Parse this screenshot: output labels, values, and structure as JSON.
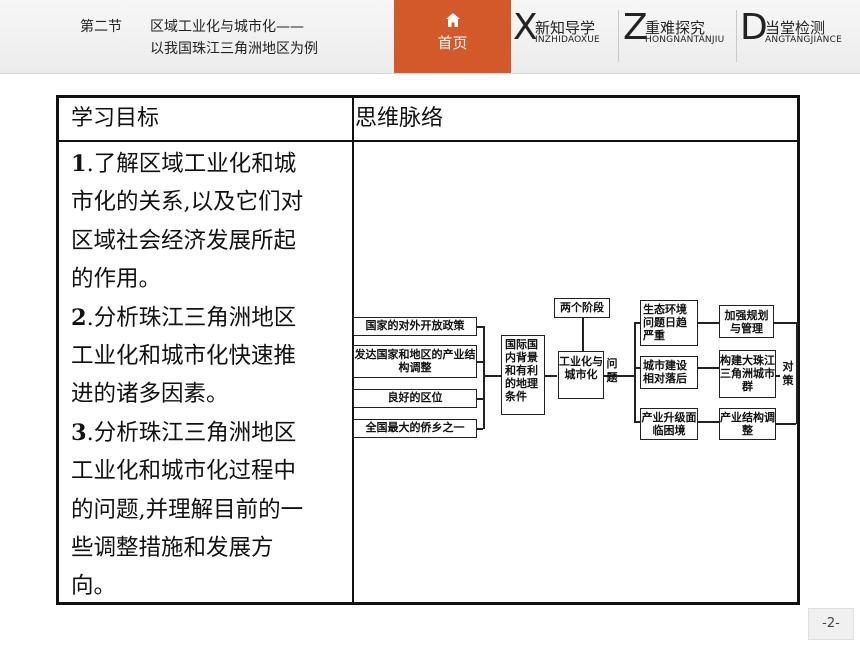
{
  "header": {
    "section": "第二节",
    "title_line1": "区域工业化与城市化——",
    "title_line2": "以我国珠江三角洲地区为例",
    "home_label": "首页",
    "nav": [
      {
        "letter": "X",
        "label": "新知导学",
        "pinyin": "INZHIDAOXUE"
      },
      {
        "letter": "Z",
        "label": "重难探究",
        "pinyin": "HONGNANTANJIU"
      },
      {
        "letter": "D",
        "label": "当堂检测",
        "pinyin": "ANGTANGJIANCE"
      }
    ]
  },
  "table": {
    "col_left_header": "学习目标",
    "col_right_header": "思维脉络",
    "goals_lines": [
      {
        "num": "1",
        "text": ".了解区域工业化和城"
      },
      {
        "num": "",
        "text": "市化的关系,以及它们对"
      },
      {
        "num": "",
        "text": "区域社会经济发展所起"
      },
      {
        "num": "",
        "text": "的作用。"
      },
      {
        "num": "2",
        "text": ".分析珠江三角洲地区"
      },
      {
        "num": "",
        "text": "工业化和城市化快速推"
      },
      {
        "num": "",
        "text": "进的诸多因素。"
      },
      {
        "num": "3",
        "text": ".分析珠江三角洲地区"
      },
      {
        "num": "",
        "text": "工业化和城市化过程中"
      },
      {
        "num": "",
        "text": "的问题,并理解目前的一"
      },
      {
        "num": "",
        "text": "些调整措施和发展方"
      },
      {
        "num": "",
        "text": "向。"
      }
    ]
  },
  "diagram": {
    "factors": [
      "国家的对外开放政策",
      "发达国家和地区的产业结构调整",
      "良好的区位",
      "全国最大的侨乡之一"
    ],
    "background": "国际国内背景和有利的地理条件",
    "core": "工业化与城市化",
    "stages": "两个阶段",
    "problems_label": "问题",
    "problems": [
      "生态环境问题日趋严重",
      "城市建设相对落后",
      "产业升级面临困境"
    ],
    "measures_label": "对策",
    "measures": [
      "加强规划与管理",
      "构建大珠江三角洲城市群",
      "产业结构调整"
    ]
  },
  "page_number": "-2-"
}
